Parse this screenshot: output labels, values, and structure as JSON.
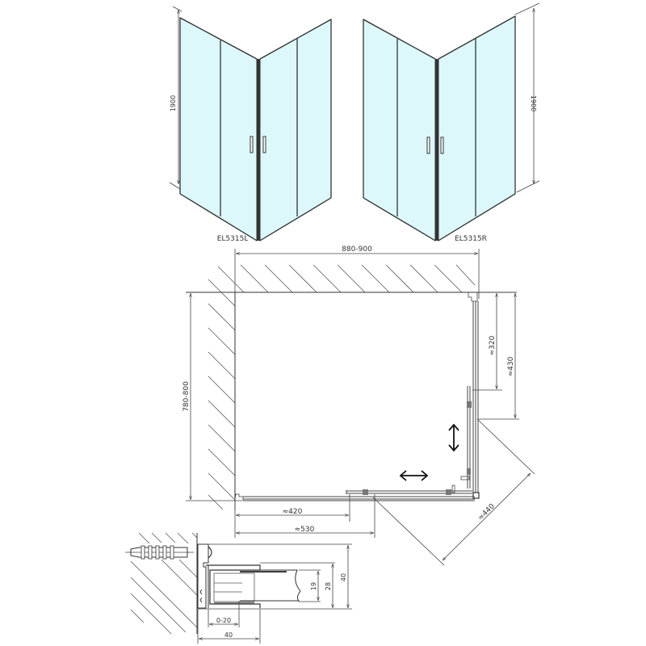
{
  "drawing": {
    "type": "technical drawing - corner shower enclosure with sliding doors",
    "views": {
      "left_model": {
        "label": "EL5315L",
        "height_dim": "1900"
      },
      "right_model": {
        "label": "EL5315R",
        "height_dim": "1900"
      },
      "plan": {
        "width_dim": "880-900",
        "depth_dim": "780-800",
        "dim_320": "≈320",
        "dim_430": "≈430",
        "dim_420": "≈420",
        "dim_530": "≈530",
        "dim_440": "≈440"
      },
      "profile_detail": {
        "dim_19": "19",
        "dim_28": "28",
        "dim_40_vertical": "40",
        "dim_0_20": "0-20",
        "dim_40_horizontal": "40"
      }
    },
    "colors": {
      "glass": "#dcf8fb",
      "line": "#333333",
      "background": "#ffffff"
    }
  }
}
